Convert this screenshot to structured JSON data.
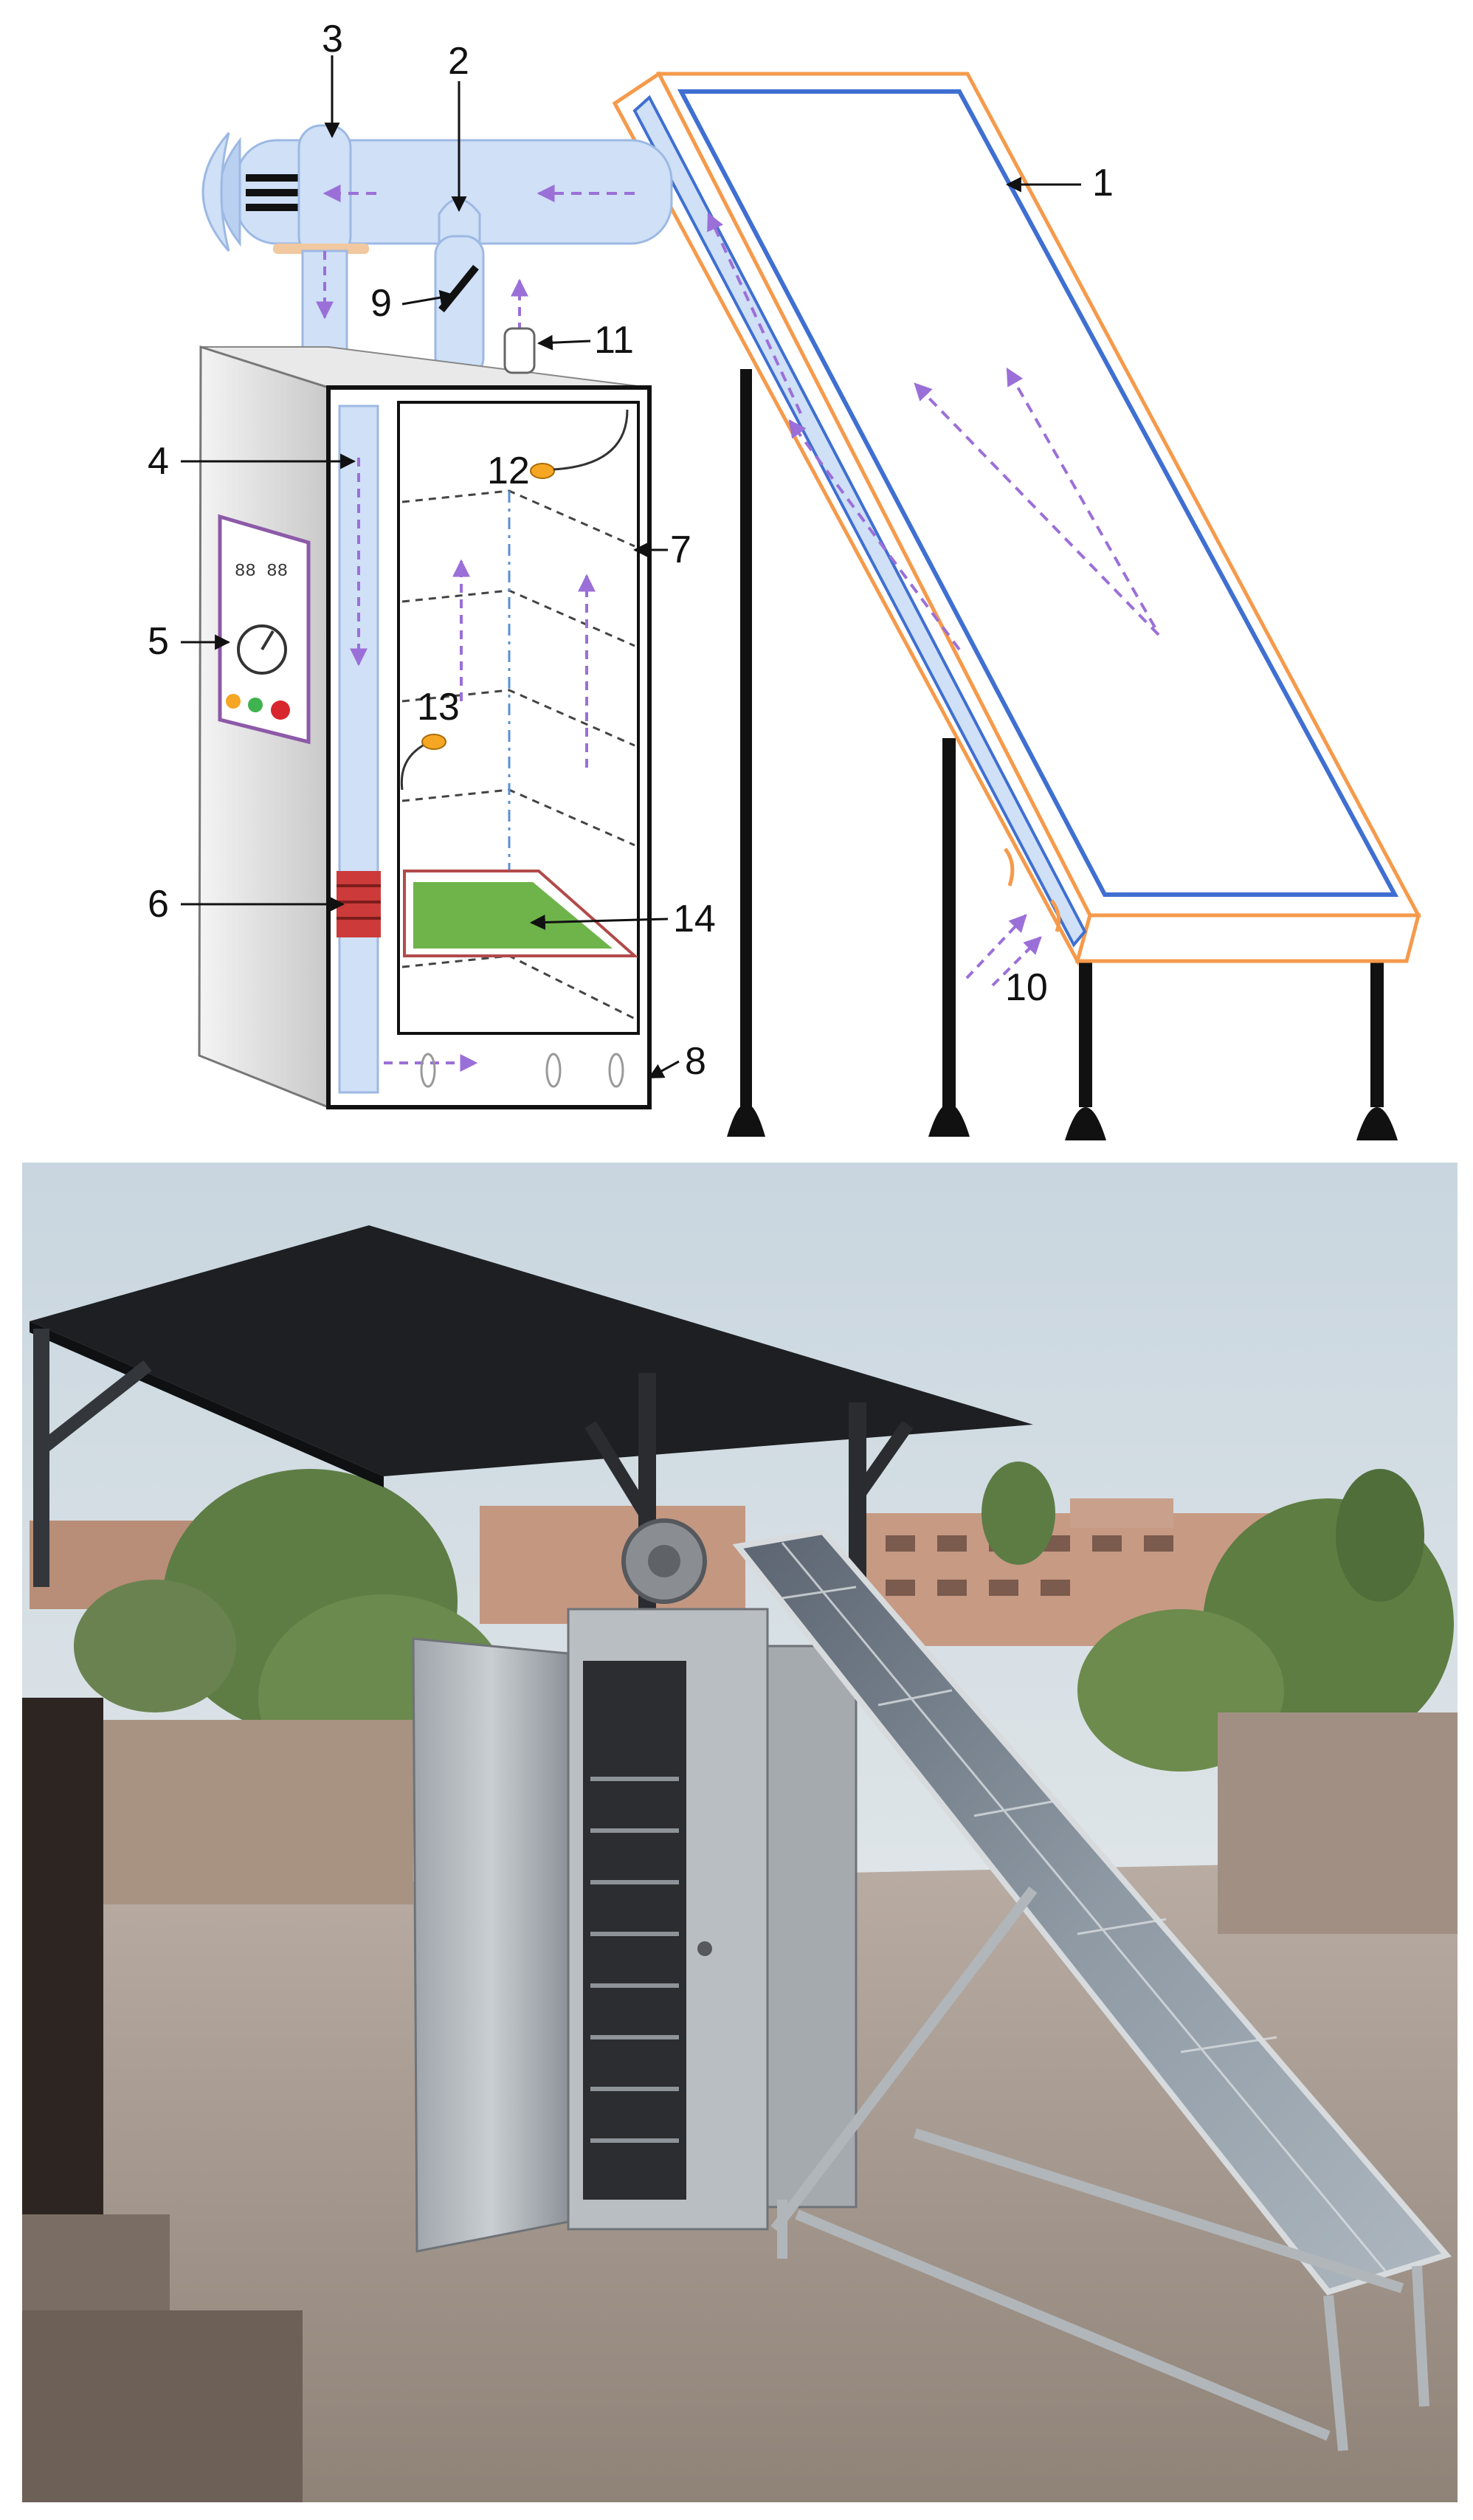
{
  "diagram": {
    "labels": [
      "1",
      "2",
      "3",
      "4",
      "5",
      "6",
      "7",
      "8",
      "9",
      "10",
      "11",
      "12",
      "13",
      "14"
    ],
    "meter_text": "88 88"
  },
  "colors": {
    "collector_frame": "#f59a4b",
    "collector_inner": "#3f6fd1",
    "duct": "#cfe0f7",
    "duct_edge": "#9db9e3",
    "airflow_arrow": "#9b6fd8",
    "heater": "#cc3a3a",
    "tray": "#6fb44a",
    "leg": "#111111"
  }
}
